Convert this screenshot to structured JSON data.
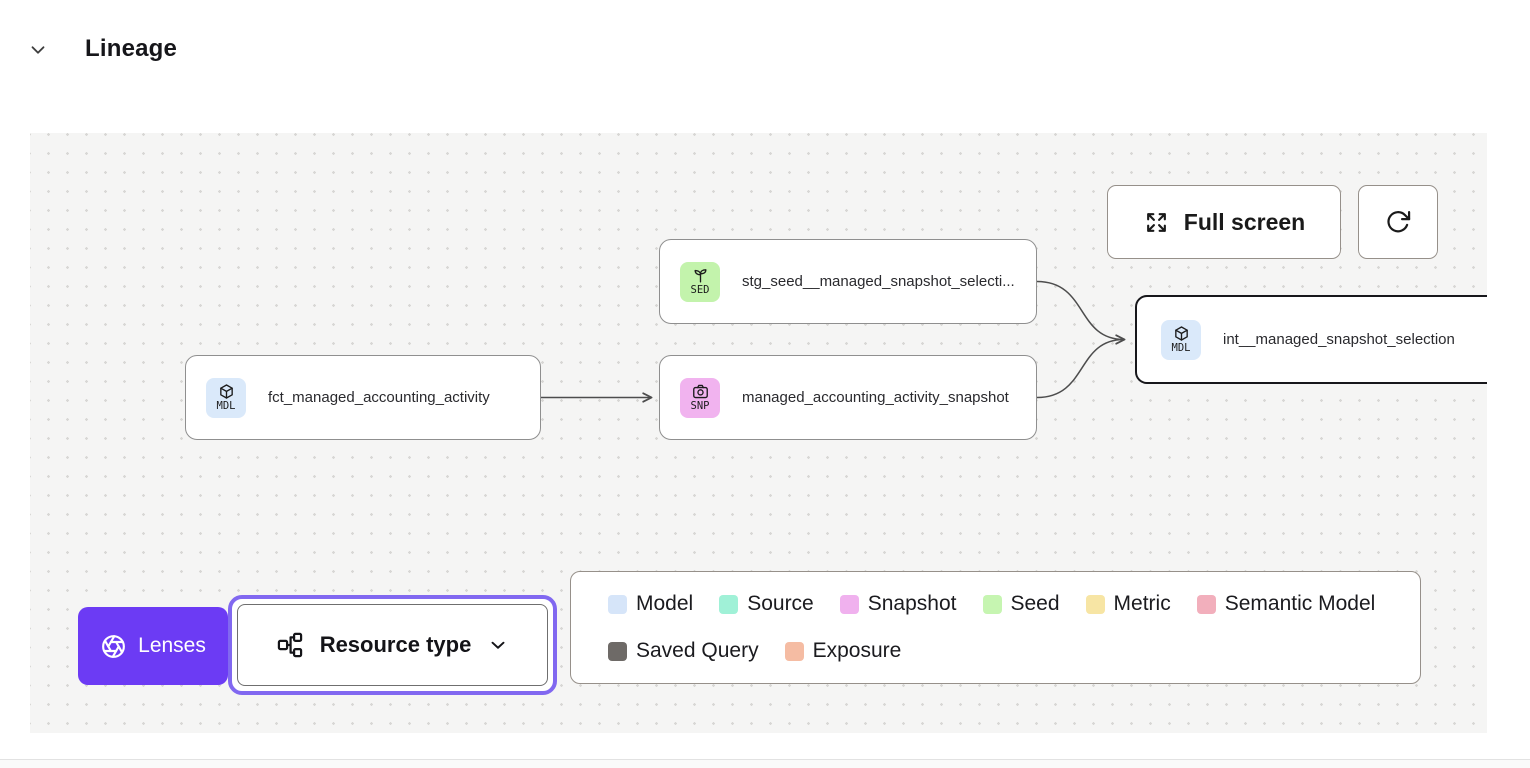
{
  "header": {
    "title": "Lineage"
  },
  "toolbar": {
    "full_screen_label": "Full screen"
  },
  "nodes": [
    {
      "badge": "SED",
      "icon": "sprout-icon",
      "badge_color": "#c3f3ac",
      "label": "stg_seed__managed_snapshot_selecti..."
    },
    {
      "badge": "MDL",
      "icon": "cube-icon",
      "badge_color": "#dae9fa",
      "label": "fct_managed_accounting_activity"
    },
    {
      "badge": "SNP",
      "icon": "camera-icon",
      "badge_color": "#f1b3ef",
      "label": "managed_accounting_activity_snapshot"
    },
    {
      "badge": "MDL",
      "icon": "cube-icon",
      "badge_color": "#dae9fa",
      "label": "int__managed_snapshot_selection",
      "selected": true
    }
  ],
  "legend": {
    "items": [
      {
        "label": "Model",
        "color": "#d6e5f9"
      },
      {
        "label": "Source",
        "color": "#a0f1d7"
      },
      {
        "label": "Snapshot",
        "color": "#f0b1ee"
      },
      {
        "label": "Seed",
        "color": "#c6f5b1"
      },
      {
        "label": "Metric",
        "color": "#f7e5a4"
      },
      {
        "label": "Semantic Model",
        "color": "#f2afbc"
      },
      {
        "label": "Saved Query",
        "color": "#6e6a67"
      },
      {
        "label": "Exposure",
        "color": "#f5bca3"
      }
    ]
  },
  "controls": {
    "lenses_label": "Lenses",
    "lenses_color": "#6c3bf4",
    "resource_type_label": "Resource type"
  }
}
